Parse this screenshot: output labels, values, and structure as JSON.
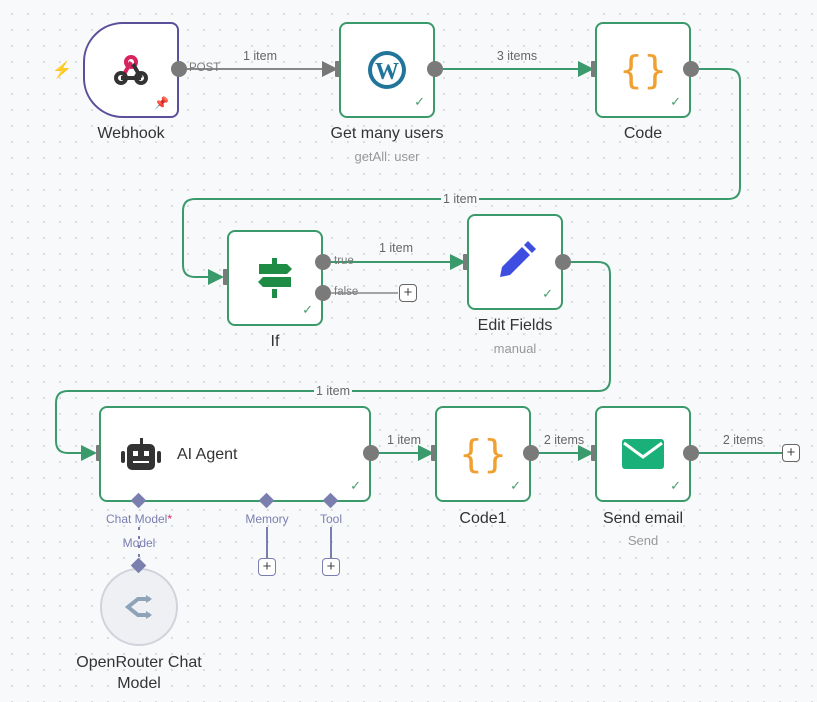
{
  "canvas": {
    "accent_success": "#3b9a6b",
    "ai_port_color": "#7a7fb0"
  },
  "nodes": {
    "webhook": {
      "name": "Webhook",
      "icon": "webhook-icon",
      "output_label": "POST",
      "pinned": true,
      "trigger": true
    },
    "get_users": {
      "name": "Get many users",
      "subtitle": "getAll: user",
      "icon": "wordpress-icon",
      "status": "success"
    },
    "code": {
      "name": "Code",
      "icon": "code-braces-icon",
      "status": "success"
    },
    "if": {
      "name": "If",
      "icon": "signpost-icon",
      "status": "success",
      "outputs": [
        "true",
        "false"
      ]
    },
    "edit_fields": {
      "name": "Edit Fields",
      "subtitle": "manual",
      "icon": "pencil-icon",
      "status": "success"
    },
    "ai_agent": {
      "name": "AI Agent",
      "icon": "robot-icon",
      "status": "success",
      "ports": [
        {
          "label": "Chat Model",
          "required": true,
          "required_mark": "*"
        },
        {
          "label": "Memory"
        },
        {
          "label": "Tool"
        }
      ]
    },
    "code1": {
      "name": "Code1",
      "icon": "code-braces-icon",
      "status": "success"
    },
    "send_email": {
      "name": "Send email",
      "subtitle": "Send",
      "icon": "email-icon",
      "status": "success"
    },
    "openrouter": {
      "name_line1": "OpenRouter Chat",
      "name_line2": "Model",
      "port_label": "Model",
      "icon": "openrouter-icon"
    }
  },
  "edges": {
    "webhook_to_users": "1 item",
    "users_to_code": "3 items",
    "code_to_if": "1 item",
    "if_true_to_edit": "1 item",
    "edit_to_agent": "1 item",
    "agent_to_code1": "1 item",
    "code1_to_email": "2 items",
    "email_out": "2 items"
  },
  "buttons": {
    "add": "+"
  },
  "check": "✓"
}
